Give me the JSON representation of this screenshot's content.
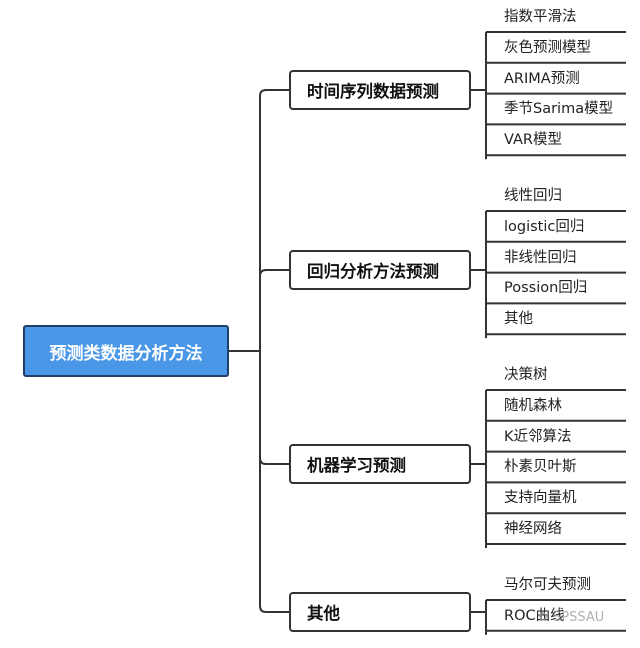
{
  "root": {
    "label": "预测类数据分析方法"
  },
  "branches": [
    {
      "label": "时间序列数据预测",
      "items": [
        "指数平滑法",
        "灰色预测模型",
        "ARIMA预测",
        "季节Sarima模型",
        "VAR模型"
      ]
    },
    {
      "label": "回归分析方法预测",
      "items": [
        "线性回归",
        "logistic回归",
        "非线性回归",
        "Possion回归",
        "其他"
      ]
    },
    {
      "label": "机器学习预测",
      "items": [
        "决策树",
        "随机森林",
        "K近邻算法",
        "朴素贝叶斯",
        "支持向量机",
        "神经网络"
      ]
    },
    {
      "label": "其他",
      "items": [
        "马尔可夫预测",
        "ROC曲线"
      ]
    }
  ],
  "watermark": "SPSSAU",
  "colors": {
    "root_fill": "#4a97e8",
    "root_border": "#1f3f66",
    "line": "#333333"
  }
}
